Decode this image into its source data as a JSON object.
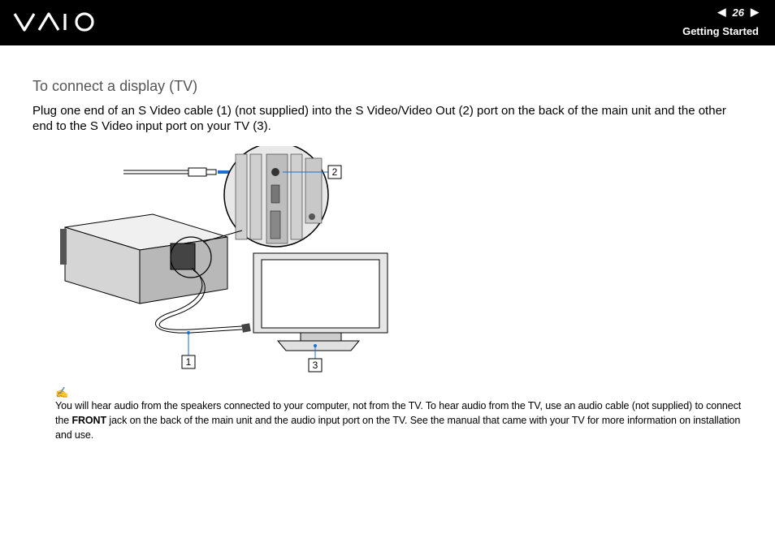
{
  "header": {
    "logo_text": "VAIO",
    "page_number": "26",
    "section": "Getting Started",
    "prev_icon": "left-triangle-icon",
    "next_icon": "right-triangle-icon"
  },
  "title": "To connect a display (TV)",
  "body": "Plug one end of an S Video cable (1) (not supplied) into the S Video/Video Out (2) port on the back of the main unit and the other end to the S Video input port on your TV (3).",
  "figure": {
    "callouts": [
      "1",
      "2",
      "3"
    ]
  },
  "note": {
    "icon": "pencil-note-icon",
    "text_before": "You will hear audio from the speakers connected to your computer, not from the TV. To hear audio from the TV, use an audio cable (not supplied) to connect the ",
    "bold": "FRONT",
    "text_after": " jack on the back of the main unit and the audio input port on the TV. See the manual that came with your TV for more information on installation and use."
  }
}
